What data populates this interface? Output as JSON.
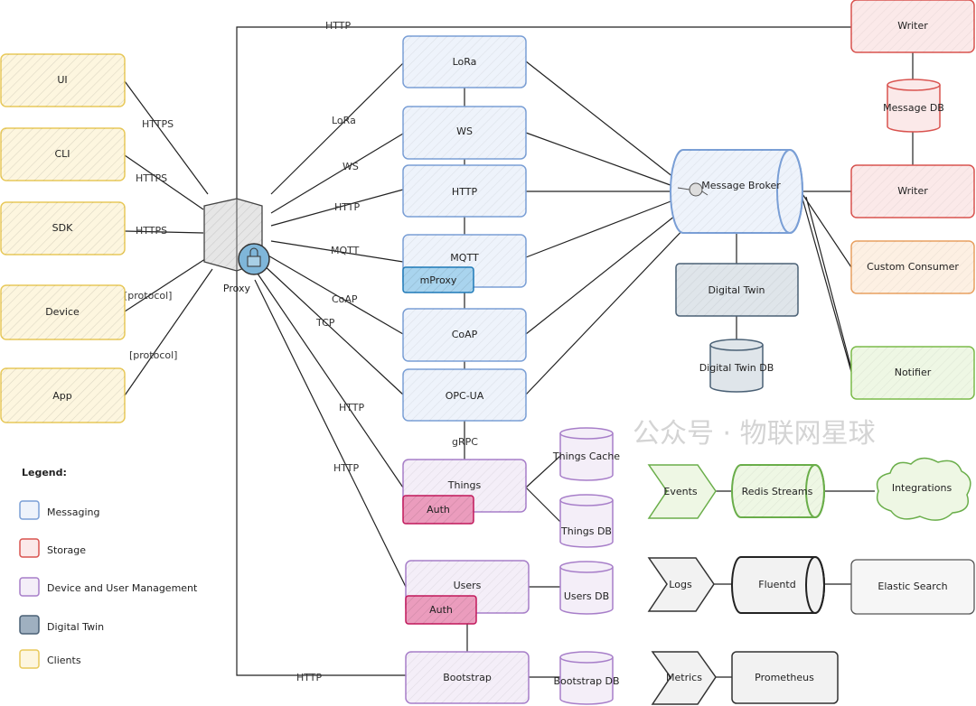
{
  "colors": {
    "clients": "#e8c95a",
    "messaging": "#7a9fd6",
    "storage": "#d9534f",
    "management": "#a77ec9",
    "digital_twin": "#4a6075",
    "consumer": "#e8a060",
    "notifier": "#7cbb4a",
    "auth": "#c2185b",
    "mproxy": "#1f7ab8",
    "events": "#6aae4a",
    "logs": "#333333"
  },
  "clients": [
    "UI",
    "CLI",
    "SDK",
    "Device",
    "App"
  ],
  "client_edges": [
    "HTTPS",
    "HTTPS",
    "HTTPS",
    "[protocol]",
    "[protocol]"
  ],
  "proxy": {
    "label": "Proxy",
    "icon": "server-with-lock-icon"
  },
  "adapters": [
    "LoRa",
    "WS",
    "HTTP",
    "MQTT",
    "CoAP",
    "OPC-UA"
  ],
  "mproxy": "mProxy",
  "proxy_edges": {
    "top": "HTTP",
    "lora": "LoRa",
    "ws": "WS",
    "http": "HTTP",
    "mqtt": "MQTT",
    "coap": "CoAP",
    "tcp": "TCP",
    "things": "HTTP",
    "users": "HTTP",
    "bootstrap": "HTTP",
    "grpc": "gRPC"
  },
  "management": {
    "things": "Things",
    "things_auth": "Auth",
    "things_cache": "Things Cache",
    "things_db": "Things DB",
    "users": "Users",
    "users_auth": "Auth",
    "users_db": "Users DB",
    "bootstrap": "Bootstrap",
    "bootstrap_db": "Bootstrap DB"
  },
  "broker": {
    "label": "Message Broker",
    "digital_twin": "Digital Twin",
    "digital_twin_db": "Digital Twin DB"
  },
  "consumers": {
    "writer1": "Writer",
    "message_db": "Message DB",
    "writer2": "Writer",
    "custom": "Custom Consumer",
    "notifier": "Notifier"
  },
  "pipelines": {
    "events": "Events",
    "redis": "Redis Streams",
    "integrations": "Integrations",
    "logs": "Logs",
    "fluentd": "Fluentd",
    "elastic": "Elastic Search",
    "metrics": "Metrics",
    "prometheus": "Prometheus"
  },
  "legend": {
    "title": "Legend:",
    "items": [
      "Messaging",
      "Storage",
      "Device and User Management",
      "Digital Twin",
      "Clients"
    ]
  },
  "watermark": "公众号 · 物联网星球"
}
